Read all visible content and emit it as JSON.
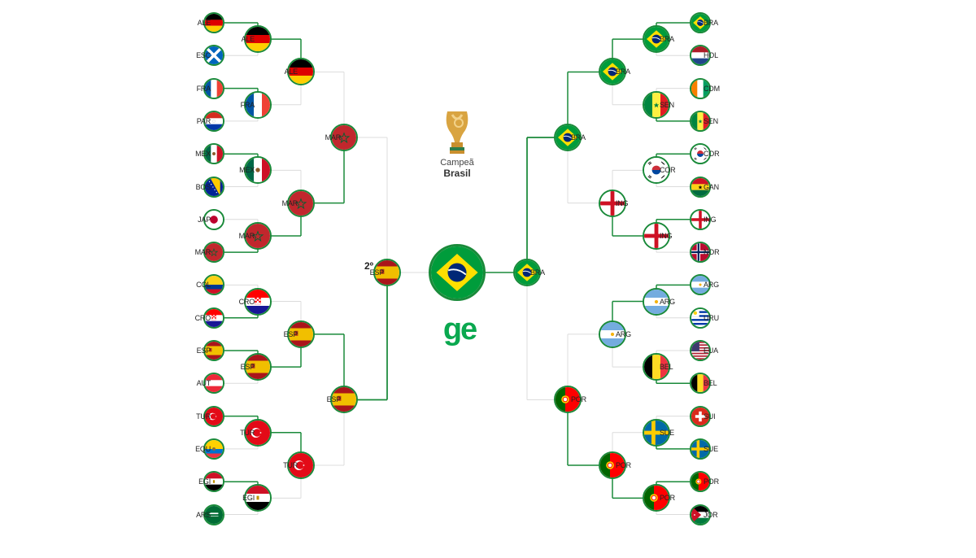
{
  "colors": {
    "line": "#1a8a3a",
    "inactive_line": "#dcdcdc",
    "logo": "#0aa84f"
  },
  "champion": {
    "title": "Campeã",
    "name": "Brasil",
    "code": "BRA"
  },
  "runner_up": {
    "rank": "2º",
    "code": "ESP"
  },
  "logo_text": "ge",
  "left": {
    "r1": [
      "ALE",
      "ESC",
      "FRA",
      "PAR",
      "MEX",
      "BOS",
      "JAP",
      "MAR",
      "COL",
      "CRO",
      "ESP",
      "AUT",
      "TUR",
      "EQU",
      "EGI",
      "ARS"
    ],
    "r2": [
      "ALE",
      "FRA",
      "MEX",
      "MAR",
      "CRO",
      "ESP",
      "TUR",
      "EGI"
    ],
    "r3": [
      "ALE",
      "MAR",
      "ESP",
      "TUR"
    ],
    "r4": [
      "MAR",
      "ESP"
    ],
    "r5": [
      "ESP"
    ]
  },
  "right": {
    "r1": [
      "BRA",
      "HOL",
      "CDM",
      "SEN",
      "COR",
      "GAN",
      "ING",
      "NOR",
      "ARG",
      "URU",
      "EUA",
      "BEL",
      "SUI",
      "SUE",
      "POR",
      "JOR"
    ],
    "r2": [
      "BRA",
      "SEN",
      "COR",
      "ING",
      "ARG",
      "BEL",
      "SUE",
      "POR"
    ],
    "r3": [
      "BRA",
      "ING",
      "ARG",
      "POR"
    ],
    "r4": [
      "BRA",
      "POR"
    ],
    "r5": [
      "BRA"
    ]
  },
  "flag_icons": {
    "ALE": "germany-flag-icon",
    "ESC": "scotland-flag-icon",
    "FRA": "france-flag-icon",
    "PAR": "paraguay-flag-icon",
    "MEX": "mexico-flag-icon",
    "BOS": "bosnia-flag-icon",
    "JAP": "japan-flag-icon",
    "MAR": "morocco-flag-icon",
    "COL": "colombia-flag-icon",
    "CRO": "croatia-flag-icon",
    "ESP": "spain-flag-icon",
    "AUT": "austria-flag-icon",
    "TUR": "turkey-flag-icon",
    "EQU": "ecuador-flag-icon",
    "EGI": "egypt-flag-icon",
    "ARS": "saudi-arabia-flag-icon",
    "BRA": "brazil-flag-icon",
    "HOL": "netherlands-flag-icon",
    "CDM": "ivory-coast-flag-icon",
    "SEN": "senegal-flag-icon",
    "COR": "south-korea-flag-icon",
    "GAN": "ghana-flag-icon",
    "ING": "england-flag-icon",
    "NOR": "norway-flag-icon",
    "ARG": "argentina-flag-icon",
    "URU": "uruguay-flag-icon",
    "EUA": "usa-flag-icon",
    "BEL": "belgium-flag-icon",
    "SUI": "switzerland-flag-icon",
    "SUE": "sweden-flag-icon",
    "POR": "portugal-flag-icon",
    "JOR": "jordan-flag-icon"
  }
}
